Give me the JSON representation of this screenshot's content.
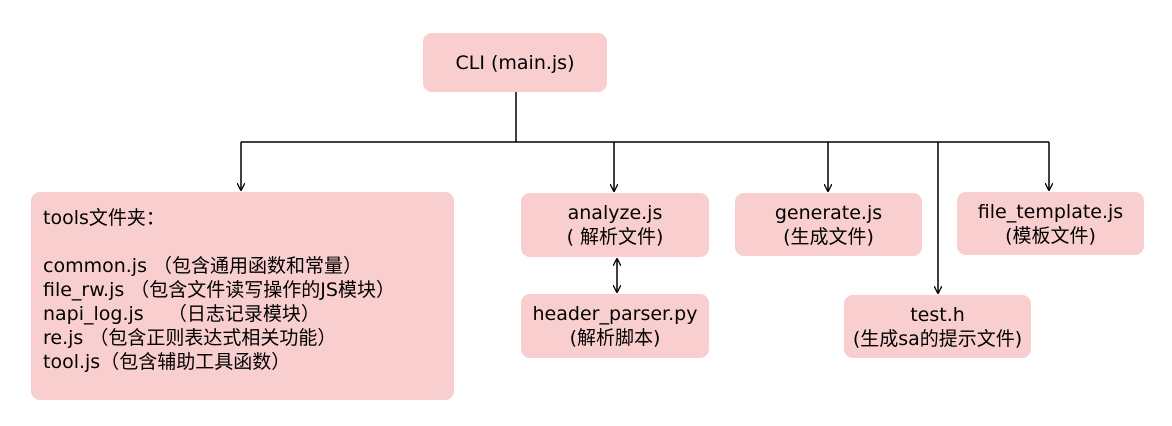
{
  "root": {
    "label": "CLI (main.js)"
  },
  "tools": {
    "title": "tools文件夹：",
    "items": [
      "common.js （包含通用函数和常量）",
      "file_rw.js （包含文件读写操作的JS模块）",
      "napi_log.js    （日志记录模块）",
      "re.js （包含正则表达式相关功能）",
      "tool.js（包含辅助工具函数）"
    ]
  },
  "analyze": {
    "name": "analyze.js",
    "desc": "( 解析文件)"
  },
  "header_parser": {
    "name": "header_parser.py",
    "desc": "(解析脚本)"
  },
  "generate": {
    "name": "generate.js",
    "desc": "(生成文件)"
  },
  "test_h": {
    "name": "test.h",
    "desc": "(生成sa的提示文件)"
  },
  "file_template": {
    "name": "file_template.js",
    "desc": "(模板文件)"
  },
  "colors": {
    "box_fill": "#f9cece",
    "line": "#000000"
  }
}
